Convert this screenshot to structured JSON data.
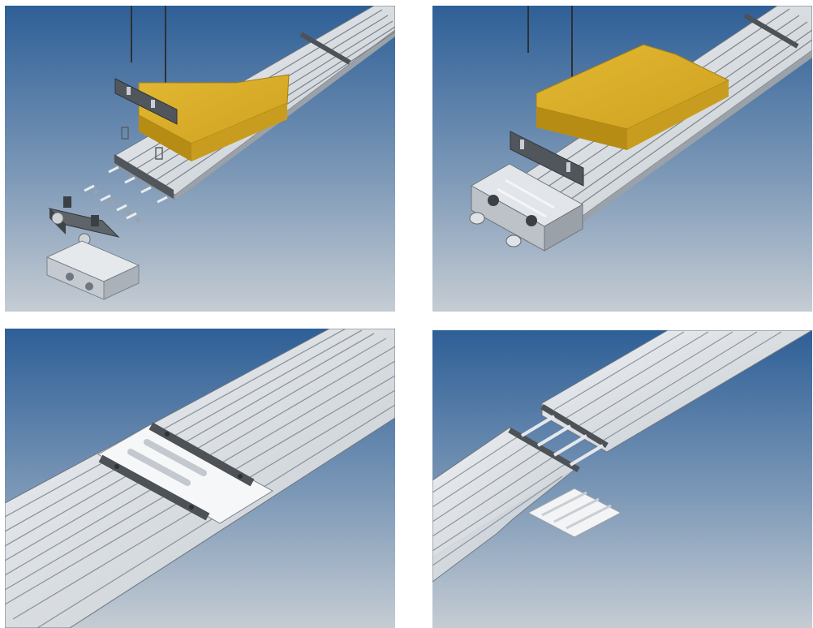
{
  "figure": {
    "panels": [
      {
        "id": "exploded-end-cap-assembly"
      },
      {
        "id": "assembled-end-cap"
      },
      {
        "id": "joined-rail-segments-with-connector"
      },
      {
        "id": "exploded-rail-joint-with-bottom-cover"
      }
    ]
  },
  "colors": {
    "background_top": "#2e5f97",
    "background_bottom": "#c5ccd3",
    "rail_light": "#e2e6ea",
    "rail_mid": "#b7bdc4",
    "rail_dark": "#70777e",
    "bracket_dark": "#4d5257",
    "block_yellow": "#d9ae2a",
    "block_yellow_dark": "#a47f14"
  }
}
